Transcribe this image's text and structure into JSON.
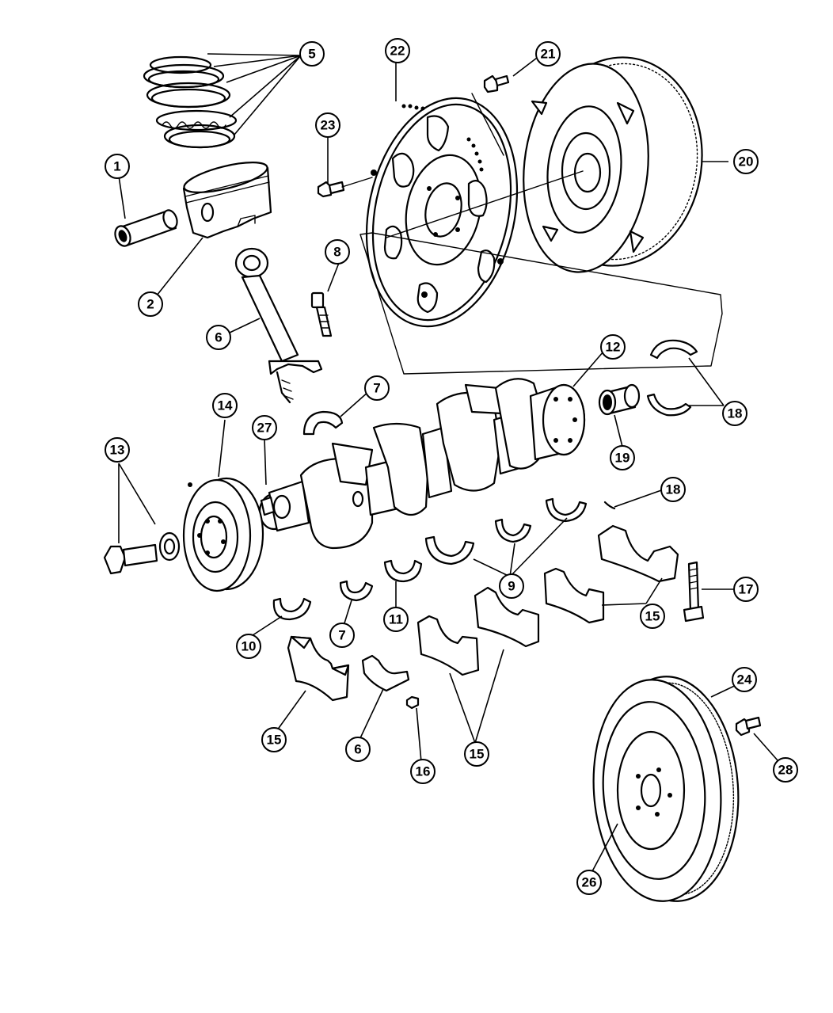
{
  "callouts": [
    {
      "id": "c1",
      "label": "1",
      "part": "piston-pin"
    },
    {
      "id": "c2",
      "label": "2",
      "part": "piston"
    },
    {
      "id": "c5",
      "label": "5",
      "part": "piston-rings"
    },
    {
      "id": "c6a",
      "label": "6",
      "part": "connecting-rod"
    },
    {
      "id": "c6b",
      "label": "6",
      "part": "connecting-rod-cap"
    },
    {
      "id": "c7a",
      "label": "7",
      "part": "rod-bearing-upper"
    },
    {
      "id": "c7b",
      "label": "7",
      "part": "rod-bearing-lower"
    },
    {
      "id": "c8",
      "label": "8",
      "part": "rod-bolt"
    },
    {
      "id": "c9",
      "label": "9",
      "part": "main-bearings"
    },
    {
      "id": "c10",
      "label": "10",
      "part": "main-bearing-front"
    },
    {
      "id": "c11",
      "label": "11",
      "part": "main-bearing-thrust"
    },
    {
      "id": "c12",
      "label": "12",
      "part": "crankshaft"
    },
    {
      "id": "c13",
      "label": "13",
      "part": "damper-bolt-and-washer"
    },
    {
      "id": "c14",
      "label": "14",
      "part": "vibration-damper"
    },
    {
      "id": "c15a",
      "label": "15",
      "part": "main-cap-left"
    },
    {
      "id": "c15b",
      "label": "15",
      "part": "main-caps-center"
    },
    {
      "id": "c15c",
      "label": "15",
      "part": "main-caps-right"
    },
    {
      "id": "c16",
      "label": "16",
      "part": "nut"
    },
    {
      "id": "c17",
      "label": "17",
      "part": "main-cap-bolt"
    },
    {
      "id": "c18a",
      "label": "18",
      "part": "rear-seal-halves"
    },
    {
      "id": "c18b",
      "label": "18",
      "part": "seal-key"
    },
    {
      "id": "c19",
      "label": "19",
      "part": "pilot-bushing"
    },
    {
      "id": "c20",
      "label": "20",
      "part": "torque-converter"
    },
    {
      "id": "c21",
      "label": "21",
      "part": "converter-bolt"
    },
    {
      "id": "c22",
      "label": "22",
      "part": "flex-plate"
    },
    {
      "id": "c23",
      "label": "23",
      "part": "flex-plate-bolt"
    },
    {
      "id": "c24",
      "label": "24",
      "part": "flywheel"
    },
    {
      "id": "c26",
      "label": "26",
      "part": "flywheel-center"
    },
    {
      "id": "c27",
      "label": "27",
      "part": "crankshaft-key"
    },
    {
      "id": "c28",
      "label": "28",
      "part": "flywheel-bolt"
    }
  ]
}
